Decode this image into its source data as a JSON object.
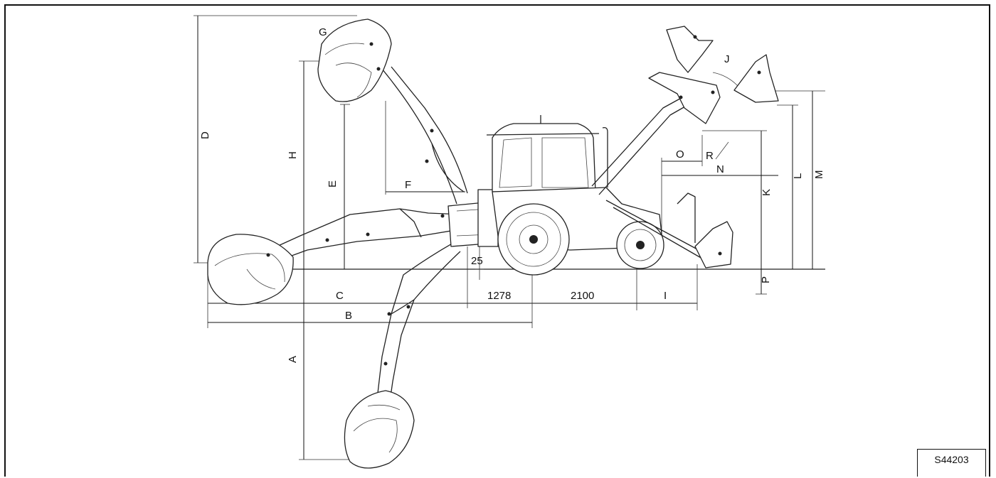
{
  "diagram": {
    "dimension_labels": {
      "a": "A",
      "b": "B",
      "c": "C",
      "d": "D",
      "e": "E",
      "f": "F",
      "g": "G",
      "h": "H",
      "i": "I",
      "j": "J",
      "k": "K",
      "l": "L",
      "m": "M",
      "n": "N",
      "o": "O",
      "p": "P",
      "r": "R"
    },
    "values": {
      "ground_clearance": "25",
      "front_overhang": "1278",
      "wheelbase": "2100"
    },
    "figure_code": "S44203"
  }
}
